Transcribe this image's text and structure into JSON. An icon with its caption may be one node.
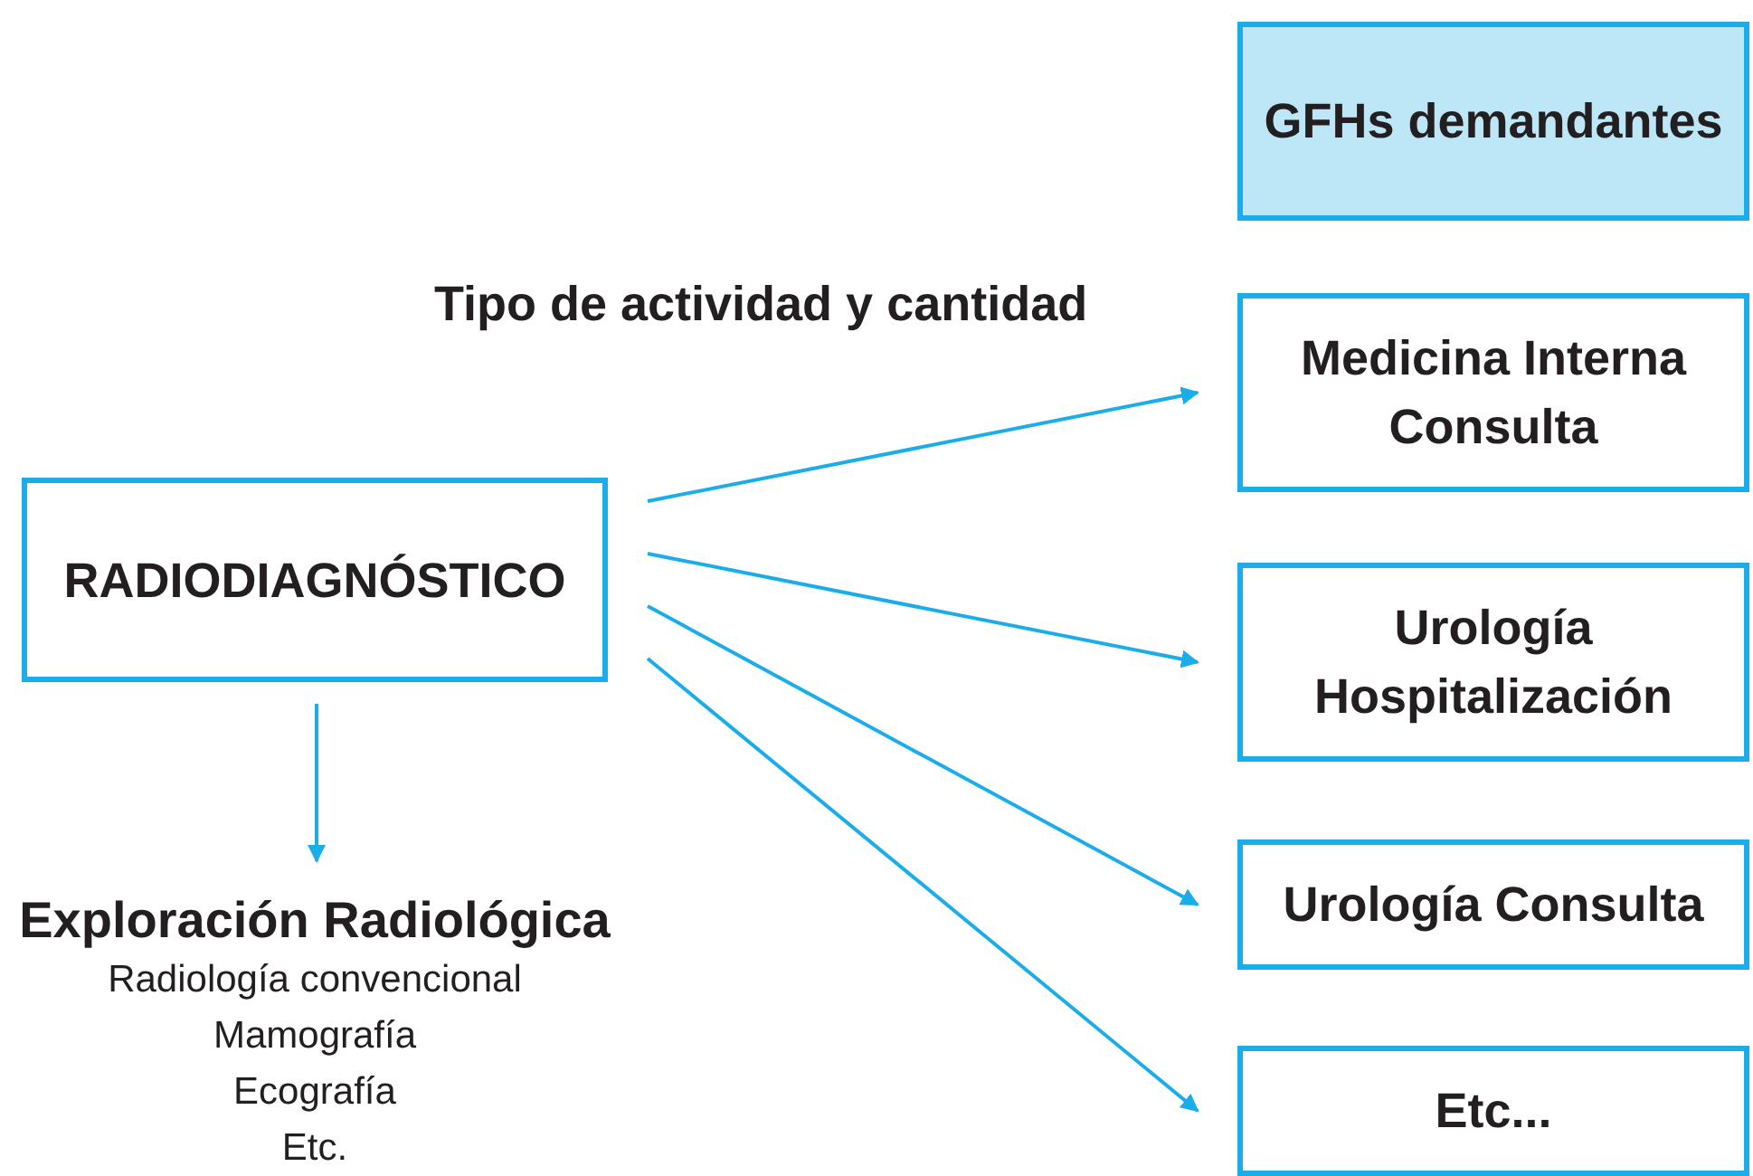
{
  "diagram": {
    "nodes": [
      {
        "text": [
          "RADIODIAGNÓSTICO"
        ]
      },
      {
        "text": [
          "Exploración Radiológica",
          "Radiología convencional",
          "Mamografía",
          "Ecografía",
          "Etc."
        ]
      },
      {
        "text": [
          "GFHs demandantes"
        ]
      },
      {
        "text": [
          "Medicina Interna Consulta"
        ]
      },
      {
        "text": [
          "Urología Hospitalización"
        ]
      },
      {
        "text": [
          "Urología Consulta"
        ]
      },
      {
        "text": [
          "Etc..."
        ]
      }
    ],
    "edges": [
      {
        "from": 0,
        "to": 1,
        "arrow": "to"
      },
      {
        "from": 0,
        "to": 3,
        "arrow": "to"
      },
      {
        "from": 0,
        "to": 4,
        "arrow": "to"
      },
      {
        "from": 0,
        "to": 5,
        "arrow": "to"
      },
      {
        "from": 0,
        "to": 6,
        "arrow": "to"
      }
    ],
    "labels": [
      "Tipo de actividad y cantidad"
    ]
  }
}
